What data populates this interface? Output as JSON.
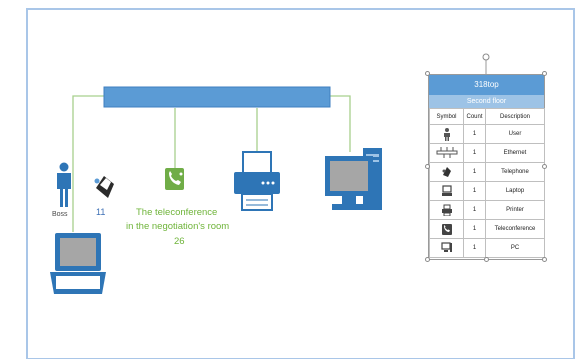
{
  "labels": {
    "boss": "Boss",
    "count_11": "11",
    "teleconference_line1": "The teleconference",
    "teleconference_line2": "in the negotiation's room",
    "teleconference_line3": "26"
  },
  "legend": {
    "title": "318top",
    "subtitle": "Second floor",
    "columns": [
      "Symbol",
      "Count",
      "Description"
    ],
    "rows": [
      {
        "symbol": "user-icon",
        "count": "1",
        "description": "User"
      },
      {
        "symbol": "ethernet-icon",
        "count": "1",
        "description": "Ethernet"
      },
      {
        "symbol": "telephone-icon",
        "count": "1",
        "description": "Telephone"
      },
      {
        "symbol": "laptop-icon",
        "count": "1",
        "description": "Laptop"
      },
      {
        "symbol": "printer-icon",
        "count": "1",
        "description": "Printer"
      },
      {
        "symbol": "teleconference-icon",
        "count": "1",
        "description": "Teleconference"
      },
      {
        "symbol": "pc-icon",
        "count": "1",
        "description": "PC"
      }
    ]
  },
  "colors": {
    "bus": "#5b9bd5",
    "bus_border": "#3f7fc0",
    "connector": "#a8d08d",
    "device": "#2e75b6",
    "screen": "#a6a6a6",
    "teleconference": "#70ad47",
    "frame": "#a9c6e8"
  }
}
